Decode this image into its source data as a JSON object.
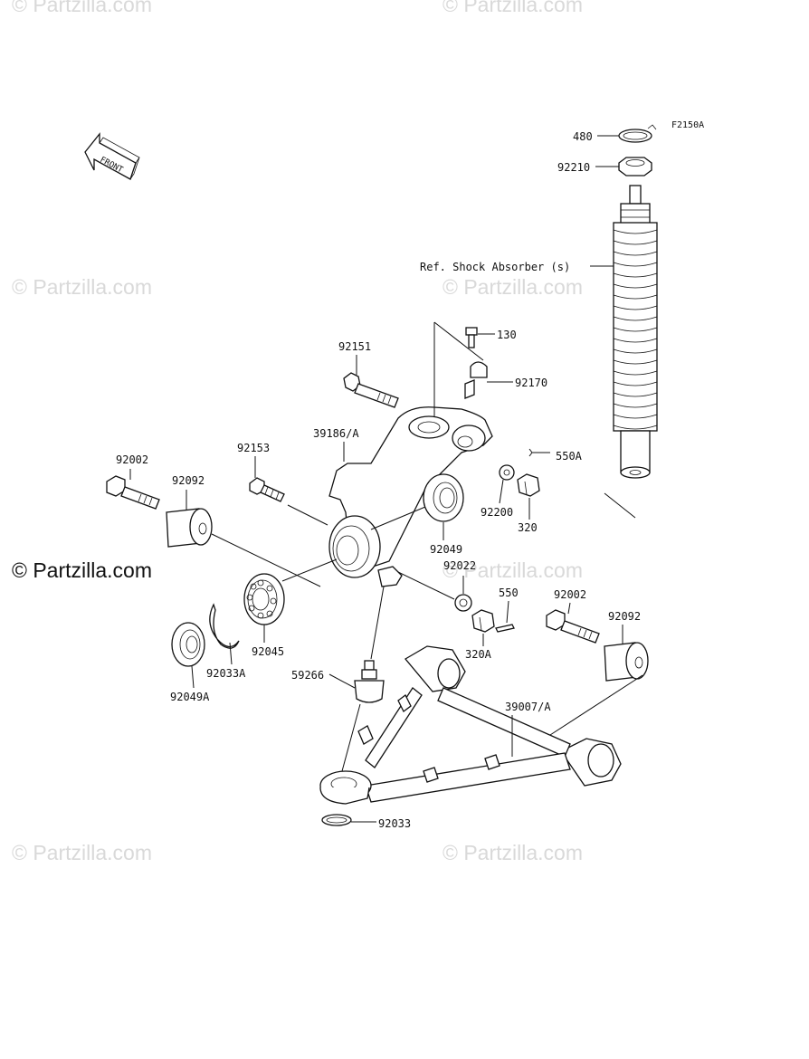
{
  "watermark": {
    "text": "© Partzilla.com",
    "main_text": "© Partzilla.com"
  },
  "figure_code": "F2150A",
  "front_label": "FRONT",
  "ref_label": "Ref. Shock Absorber (s)",
  "parts": {
    "p480": "480",
    "p92210": "92210",
    "p130": "130",
    "p92151": "92151",
    "p92170": "92170",
    "p39186": "39186/A",
    "p92153": "92153",
    "p550A": "550A",
    "p92002a": "92002",
    "p92092a": "92092",
    "p92200": "92200",
    "p320": "320",
    "p92049": "92049",
    "p92022": "92022",
    "p550": "550",
    "p92002b": "92002",
    "p92092b": "92092",
    "p320A": "320A",
    "p92045": "92045",
    "p92033A": "92033A",
    "p92049A": "92049A",
    "p59266": "59266",
    "p39007": "39007/A",
    "p92033": "92033"
  },
  "colors": {
    "ink": "#111111",
    "watermark": "#d9d9d9",
    "background": "#ffffff"
  }
}
